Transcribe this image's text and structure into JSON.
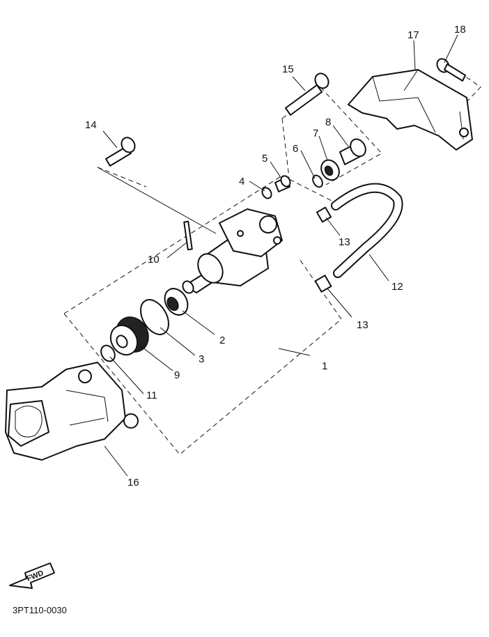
{
  "callouts": {
    "c1": "1",
    "c2": "2",
    "c3": "3",
    "c4": "4",
    "c5": "5",
    "c6": "6",
    "c7": "7",
    "c8": "8",
    "c9": "9",
    "c10": "10",
    "c11": "11",
    "c12": "12",
    "c13a": "13",
    "c13b": "13",
    "c14": "14",
    "c15": "15",
    "c16": "16",
    "c17": "17",
    "c18": "18"
  },
  "fwd_label": "FWD",
  "drawing_code": "3PT110-0030"
}
